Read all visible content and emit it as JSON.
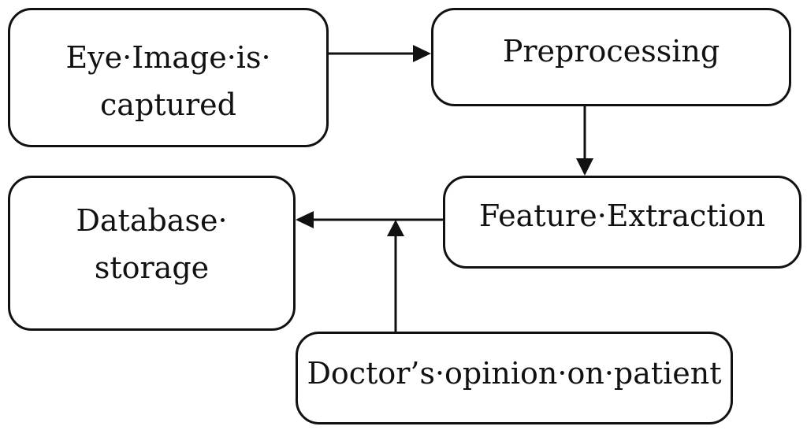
{
  "nodes": {
    "capture": {
      "line1": "Eye·Image·is·",
      "line2": "captured"
    },
    "preprocessing": {
      "line1": "Preprocessing"
    },
    "feature": {
      "line1": "Feature·Extraction"
    },
    "database": {
      "line1": "Database·",
      "line2": "storage"
    },
    "doctor": {
      "line1": "Doctor’s·opinion·on·patient"
    }
  },
  "colors": {
    "stroke": "#111111",
    "background": "#ffffff"
  }
}
